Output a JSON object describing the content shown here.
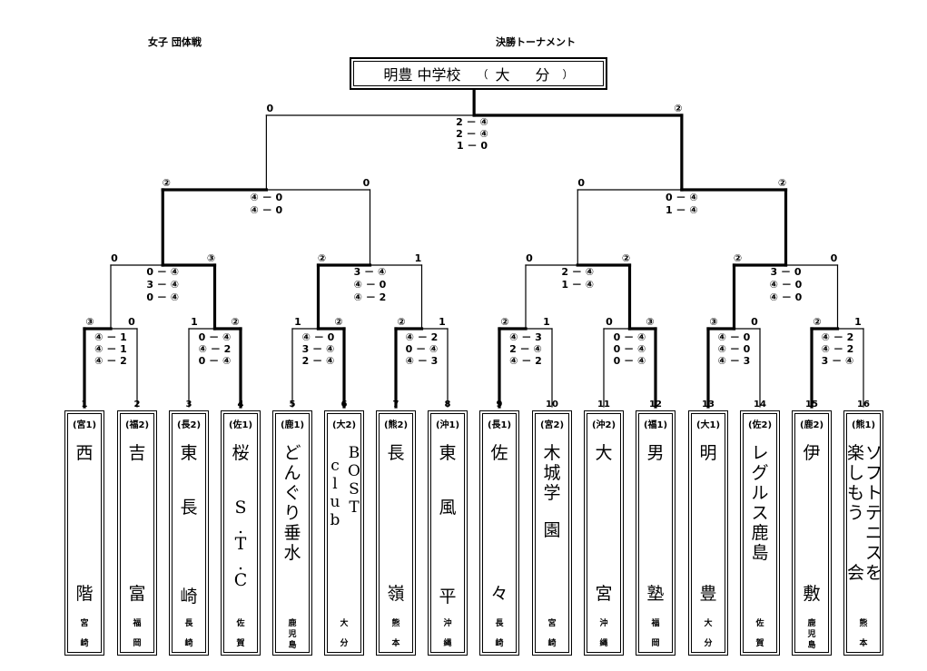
{
  "header": {
    "category": "女子 団体戦",
    "event": "決勝トーナメント"
  },
  "champion": {
    "name": "明豊 中学校",
    "open": "（",
    "pref": "大　分",
    "close": "）"
  },
  "teams": [
    {
      "no": "1",
      "pref": "(宮1)",
      "name": "西　　　　　　　階",
      "loc": "宮\n\n崎"
    },
    {
      "no": "2",
      "pref": "(福2)",
      "name": "吉　　　　　　　富",
      "loc": "福\n\n岡"
    },
    {
      "no": "3",
      "pref": "(長2)",
      "name": "東　　長　　　　崎",
      "loc": "長\n\n崎"
    },
    {
      "no": "4",
      "pref": "(佐1)",
      "name": "桜　　S.T.C",
      "loc": "佐\n\n賀"
    },
    {
      "no": "5",
      "pref": "(鹿1)",
      "name": "どんぐり垂水",
      "loc": "鹿\n児\n島"
    },
    {
      "no": "6",
      "pref": "(大2)",
      "name": "BOST club",
      "loc": "大\n\n分"
    },
    {
      "no": "7",
      "pref": "(熊2)",
      "name": "長　　　　　　　嶺",
      "loc": "熊\n\n本"
    },
    {
      "no": "8",
      "pref": "(沖1)",
      "name": "東　　風　　　　平",
      "loc": "沖\n\n縄"
    },
    {
      "no": "9",
      "pref": "(長1)",
      "name": "佐　　　　　　　々",
      "loc": "長\n\n崎"
    },
    {
      "no": "10",
      "pref": "(宮2)",
      "name": "木城学　園",
      "loc": "宮\n\n崎"
    },
    {
      "no": "11",
      "pref": "(沖2)",
      "name": "大　　　　　　　宮",
      "loc": "沖\n\n縄"
    },
    {
      "no": "12",
      "pref": "(福1)",
      "name": "男　　　　　　　塾",
      "loc": "福\n\n岡"
    },
    {
      "no": "13",
      "pref": "(大1)",
      "name": "明　　　　　　　豊",
      "loc": "大\n\n分"
    },
    {
      "no": "14",
      "pref": "(佐2)",
      "name": "レグルス鹿島",
      "loc": "佐\n\n賀"
    },
    {
      "no": "15",
      "pref": "(鹿2)",
      "name": "伊　　　　　　　敷",
      "loc": "鹿\n児\n島"
    },
    {
      "no": "16",
      "pref": "(熊1)",
      "name": "楽しもう会ソフトテニスを",
      "loc": "熊\n\n本"
    }
  ],
  "results": {
    "r1": [
      {
        "left": "③",
        "right": "0",
        "scores": [
          "④ － 1",
          "④ － 1",
          "④ － 2"
        ]
      },
      {
        "left": "1",
        "right": "②",
        "scores": [
          "0 － ④",
          "④ － 2",
          "0 － ④"
        ]
      },
      {
        "left": "1",
        "right": "②",
        "scores": [
          "④ － 0",
          "3 － ④",
          "2 － ④"
        ]
      },
      {
        "left": "②",
        "right": "1",
        "scores": [
          "④ － 2",
          "0 － ④",
          "④ － 3"
        ]
      },
      {
        "left": "②",
        "right": "1",
        "scores": [
          "④ － 3",
          "2 － ④",
          "④ － 2"
        ]
      },
      {
        "left": "0",
        "right": "③",
        "scores": [
          "0 － ④",
          "0 － ④",
          "0 － ④"
        ]
      },
      {
        "left": "③",
        "right": "0",
        "scores": [
          "④ － 0",
          "④ － 0",
          "④ － 3"
        ]
      },
      {
        "left": "②",
        "right": "1",
        "scores": [
          "④ － 2",
          "④ － 2",
          "3 － ④"
        ]
      }
    ],
    "r2": [
      {
        "left": "0",
        "right": "③",
        "scores": [
          "0 － ④",
          "3 － ④",
          "0 － ④"
        ]
      },
      {
        "left": "②",
        "right": "1",
        "scores": [
          "3 － ④",
          "④ － 0",
          "④ － 2"
        ]
      },
      {
        "left": "0",
        "right": "②",
        "scores": [
          "2 － ④",
          "1 － ④"
        ]
      },
      {
        "left": "②",
        "right": "0",
        "scores": [
          "3 － 0",
          "④ － 0",
          "④ － 0"
        ]
      }
    ],
    "sf": [
      {
        "left": "②",
        "right": "0",
        "scores": [
          "④ － 0",
          "④ － 0"
        ]
      },
      {
        "left": "0",
        "right": "②",
        "scores": [
          "0 － ④",
          "1 － ④"
        ]
      }
    ],
    "final": {
      "left": "0",
      "right": "②",
      "scores": [
        "2 － ④",
        "2 － ④",
        "1 － 0"
      ]
    }
  }
}
